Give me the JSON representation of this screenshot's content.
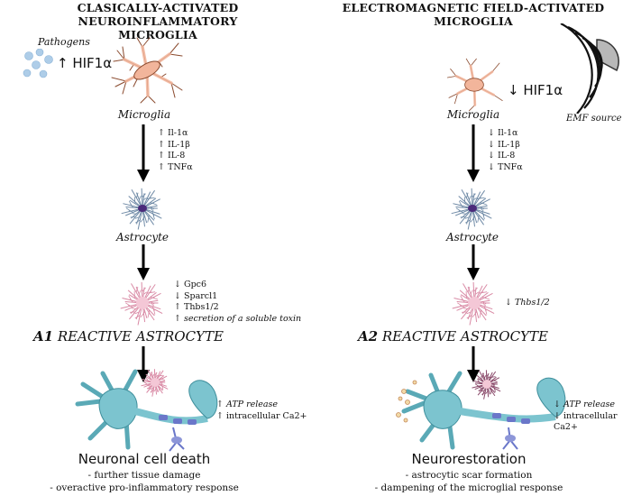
{
  "left": {
    "title_line1": "CLASICALLY-ACTIVATED NEUROINFLAMMATORY",
    "title_line2": "MICROGLIA",
    "pathogens": "Pathogens",
    "hif": "↑ HIF1α",
    "microglia": "Microglia",
    "cytokines": [
      "↑ Il-1α",
      "↑ IL-1β",
      "↑ IL-8",
      "↑ TNFα"
    ],
    "astrocyte": "Astrocyte",
    "markers": [
      "↓ Gpc6",
      "↓ Sparcl1",
      "↑ Thbs1/2",
      "↑ secretion of a soluble toxin"
    ],
    "reactive_prefix": "A1",
    "reactive_rest": " REACTIVE ASTROCYTE",
    "neuron_notes": [
      "↑ ATP release",
      "↑ intracellular Ca2+"
    ],
    "outcome": "Neuronal cell death",
    "bullets": [
      "- further tissue damage",
      "- overactive pro-inflammatory response"
    ]
  },
  "right": {
    "title_line1": "ELECTROMAGNETIC FIELD-ACTIVATED",
    "title_line2": "MICROGLIA",
    "hif": "↓ HIF1α",
    "emf": "EMF source",
    "microglia": "Microglia",
    "cytokines": [
      "↓ Il-1α",
      "↓ IL-1β",
      "↓ IL-8",
      "↓ TNFα"
    ],
    "astrocyte": "Astrocyte",
    "markers": [
      "↓ Thbs1/2"
    ],
    "reactive_prefix": "A2",
    "reactive_rest": " REACTIVE ASTROCYTE",
    "neuron_notes": [
      "↓ ATP release",
      "↓ intracellular Ca2+"
    ],
    "outcome": "Neurorestoration",
    "bullets": [
      "- astrocytic scar formation",
      "- dampening of the microglial response"
    ]
  },
  "colors": {
    "microglia": "#f2b59b",
    "microglia_stroke": "#8a4a2e",
    "astrocyte": "#9fb3c8",
    "astrocyte_nucleus": "#4b2a7a",
    "reactive": "#f4c7d6",
    "neuron": "#7cc4cf",
    "pathogen": "#aecde8"
  }
}
